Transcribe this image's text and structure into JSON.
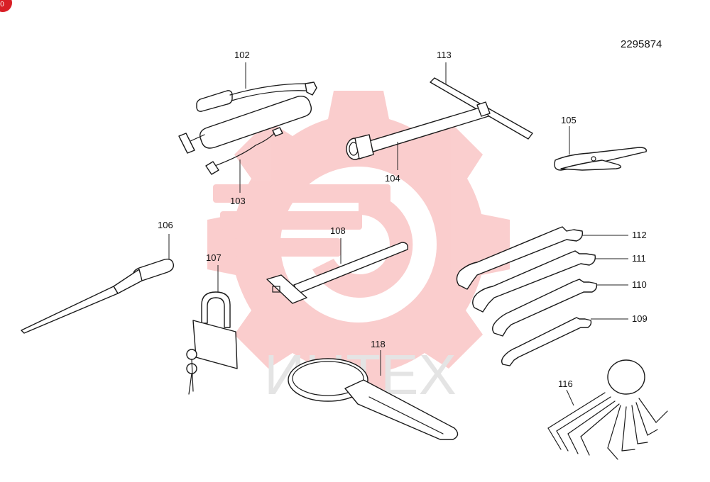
{
  "diagram": {
    "reference_number": "2295874",
    "corner_badge": "0",
    "watermark_text": "ИНТЕХ",
    "watermark_color": "#f29a9a",
    "watermark_text_color": "#d8d8d8",
    "badge_color": "#d81f26",
    "parts": [
      {
        "id": "102",
        "label": "102"
      },
      {
        "id": "103",
        "label": "103"
      },
      {
        "id": "104",
        "label": "104"
      },
      {
        "id": "105",
        "label": "105"
      },
      {
        "id": "106",
        "label": "106"
      },
      {
        "id": "107",
        "label": "107"
      },
      {
        "id": "108",
        "label": "108"
      },
      {
        "id": "109",
        "label": "109"
      },
      {
        "id": "110",
        "label": "110"
      },
      {
        "id": "111",
        "label": "111"
      },
      {
        "id": "112",
        "label": "112"
      },
      {
        "id": "113",
        "label": "113"
      },
      {
        "id": "116",
        "label": "116"
      },
      {
        "id": "118",
        "label": "118"
      }
    ]
  }
}
